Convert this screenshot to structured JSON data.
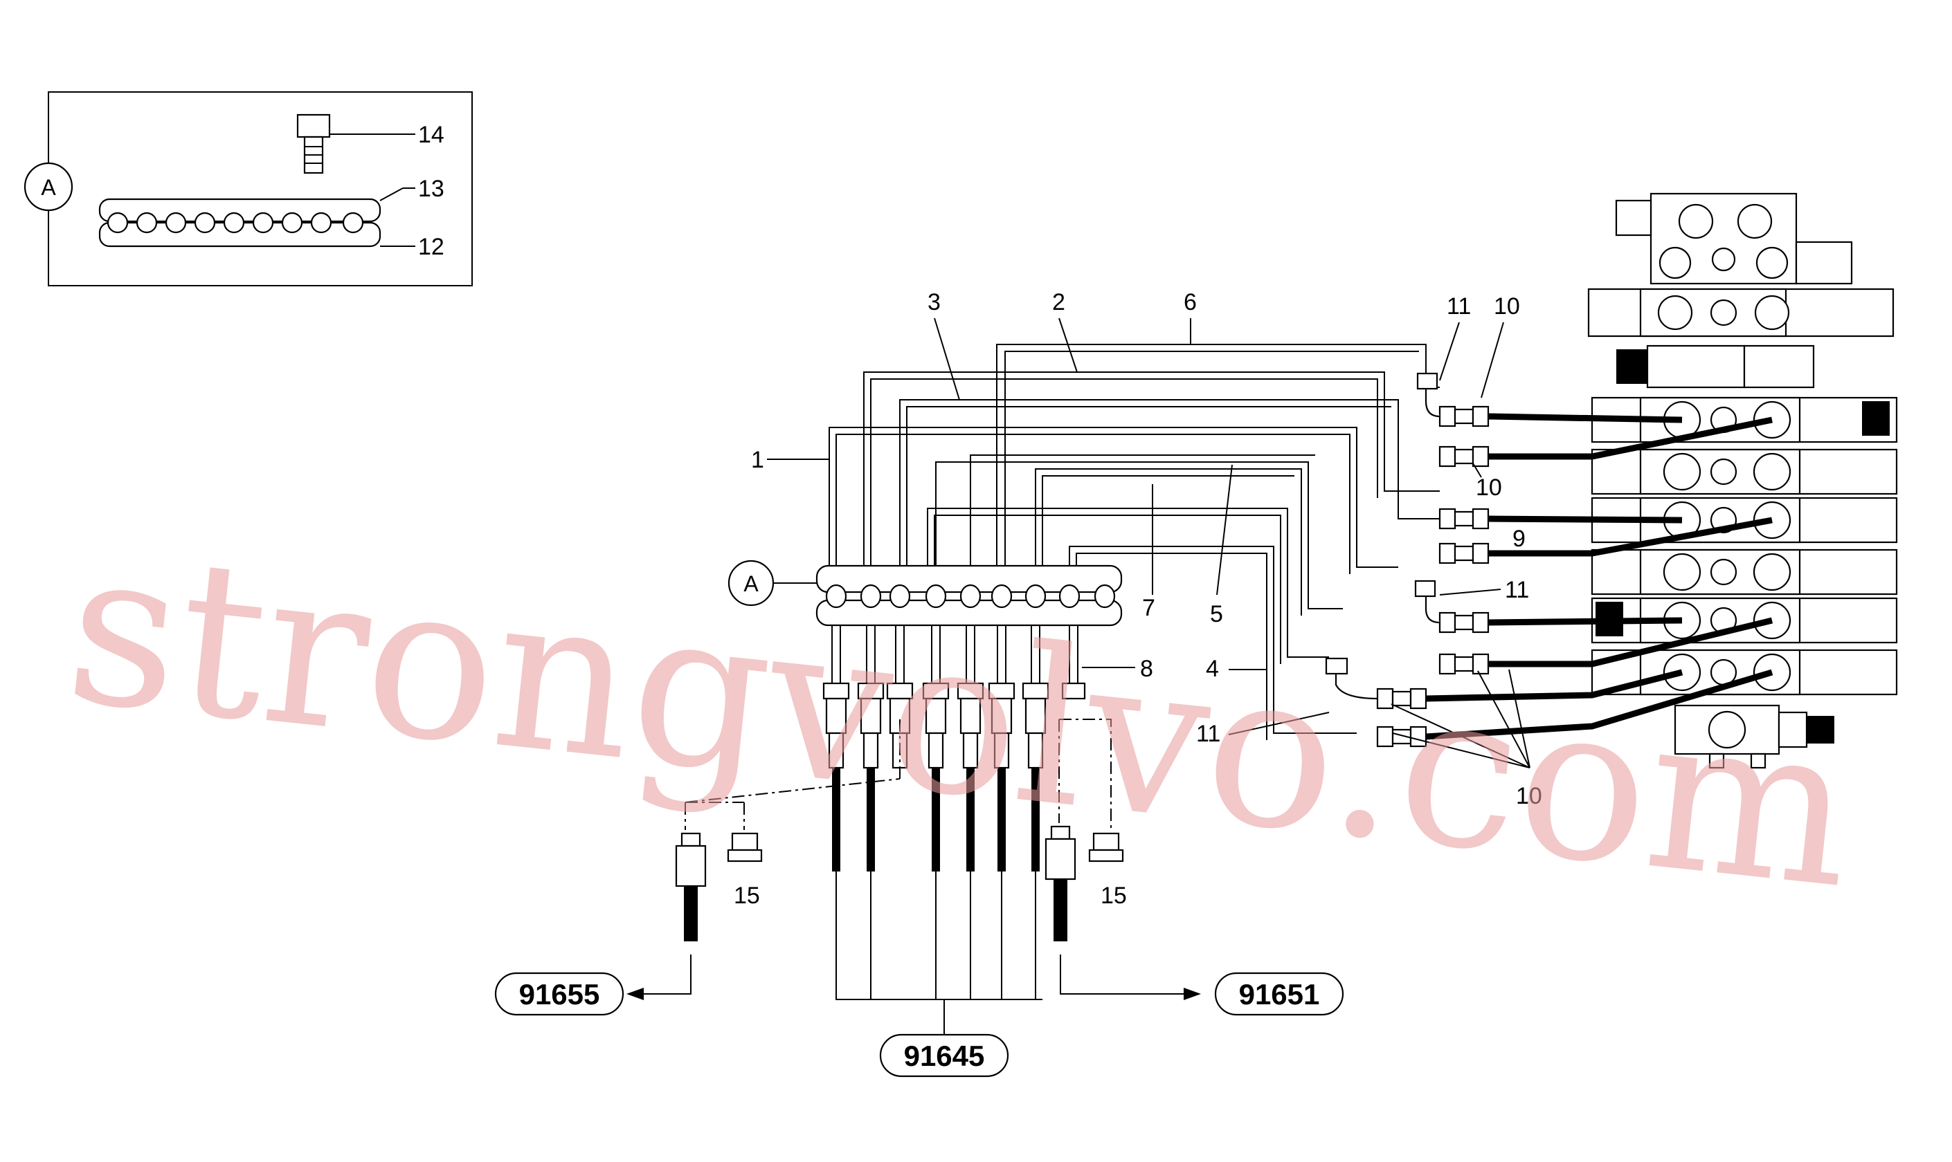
{
  "detail": {
    "marker": "A",
    "callouts": [
      "14",
      "13",
      "12"
    ]
  },
  "callouts": {
    "c1": "1",
    "c2": "2",
    "c3": "3",
    "c4": "4",
    "c5": "5",
    "c6": "6",
    "c7": "7",
    "c8": "8",
    "c9": "9",
    "c10a": "10",
    "c10b": "10",
    "c10c": "10",
    "c11a": "11",
    "c11b": "11",
    "c11c": "11",
    "c15a": "15",
    "c15b": "15",
    "markerA": "A"
  },
  "references": {
    "left": "91655",
    "right": "91651",
    "bottom": "91645"
  },
  "watermark": "strongvolvo.com",
  "colors": {
    "line": "#000000",
    "watermark": "#e89a9a"
  }
}
